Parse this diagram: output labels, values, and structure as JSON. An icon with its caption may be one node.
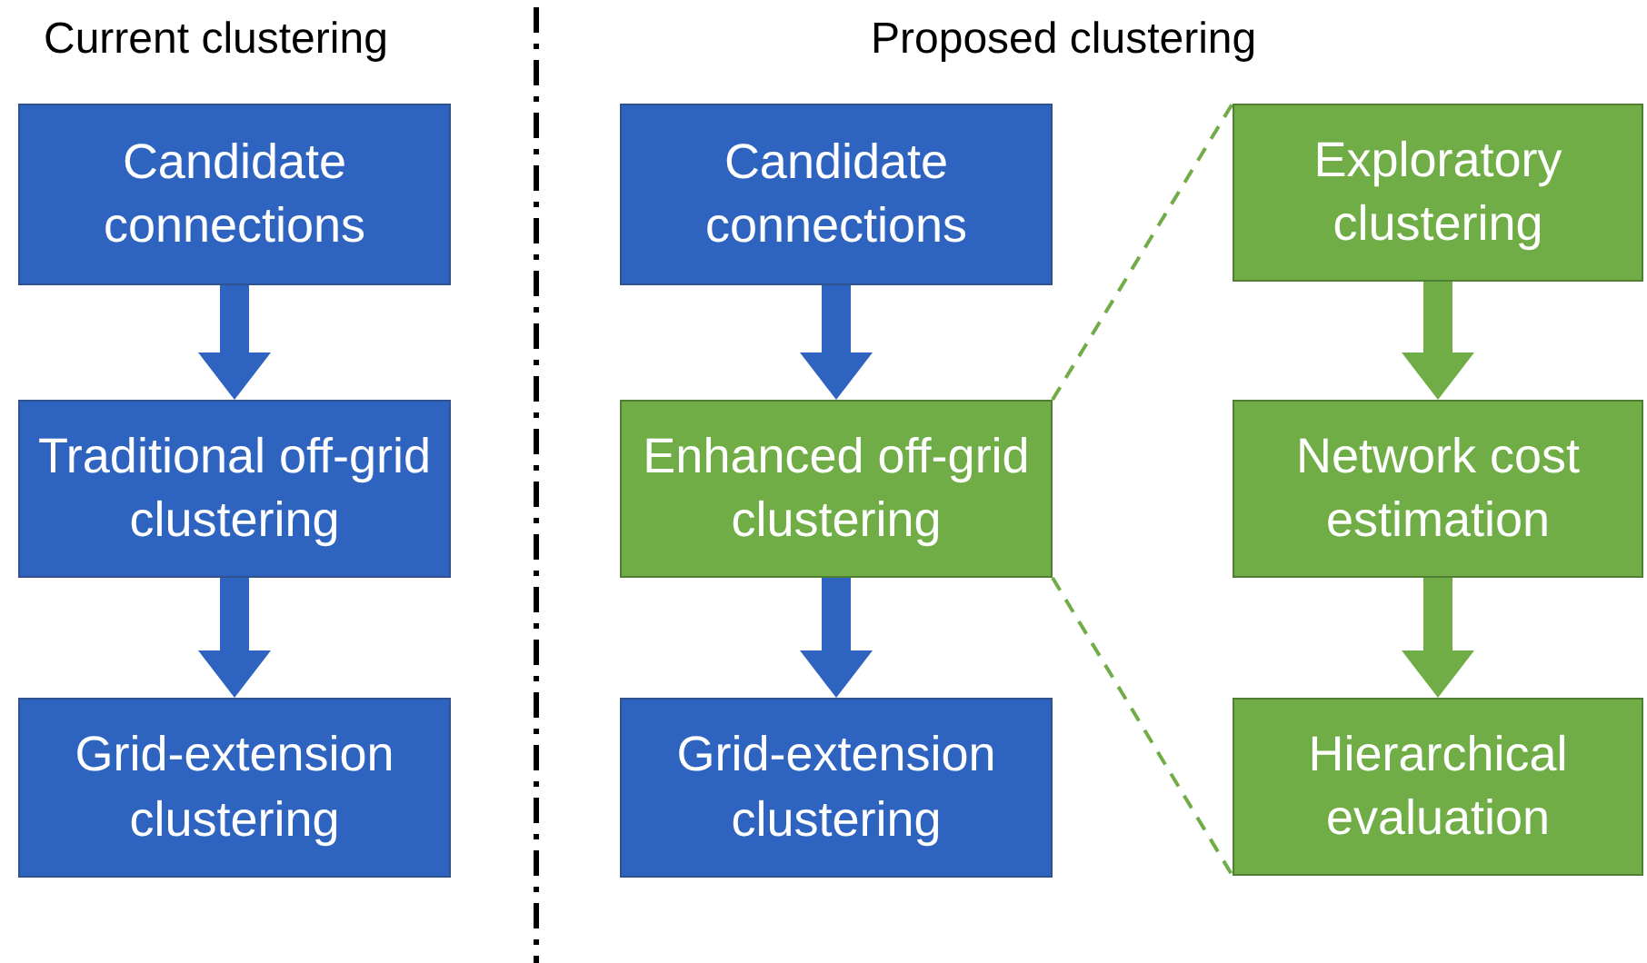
{
  "diagram": {
    "nodes": [
      {
        "text": [
          "Candidate connections"
        ]
      },
      {
        "text": [
          "Traditional off-grid clustering"
        ]
      },
      {
        "text": [
          "Grid-extension clustering"
        ]
      },
      {
        "text": [
          "Candidate connections"
        ]
      },
      {
        "text": [
          "Enhanced off-grid clustering"
        ]
      },
      {
        "text": [
          "Grid-extension clustering"
        ]
      },
      {
        "text": [
          "Exploratory clustering"
        ]
      },
      {
        "text": [
          "Network cost estimation"
        ]
      },
      {
        "text": [
          "Hierarchical evaluation"
        ]
      }
    ],
    "edges": [
      {
        "from": 0,
        "to": 1,
        "arrow": "to"
      },
      {
        "from": 1,
        "to": 2,
        "arrow": "to"
      },
      {
        "from": 3,
        "to": 4,
        "arrow": "to"
      },
      {
        "from": 4,
        "to": 5,
        "arrow": "to"
      },
      {
        "from": 6,
        "to": 7,
        "arrow": "to",
        "color": "#70ad47"
      },
      {
        "from": 7,
        "to": 8,
        "arrow": "to",
        "color": "#70ad47"
      },
      {
        "from": 4,
        "to": 6,
        "arrow": "none",
        "style": "dashed",
        "color": "#70ad47"
      },
      {
        "from": 4,
        "to": 8,
        "arrow": "none",
        "style": "dashed",
        "color": "#70ad47"
      }
    ],
    "labels": [
      "Current clustering",
      "Proposed clustering"
    ]
  }
}
